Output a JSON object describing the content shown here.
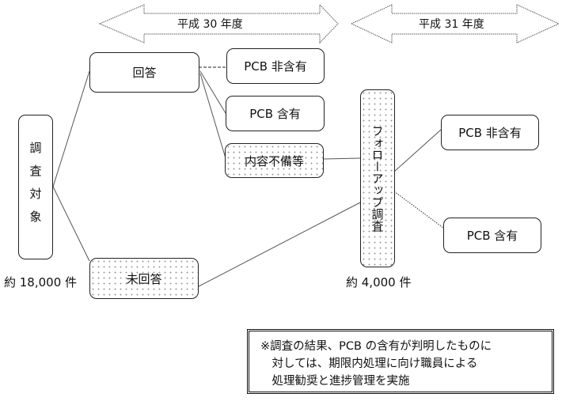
{
  "periods": [
    {
      "label": "平成 30 年度"
    },
    {
      "label": "平成 31 年度"
    }
  ],
  "nodes": {
    "survey_target": {
      "label": "調査対象",
      "count": "約 18,000 件"
    },
    "answered": {
      "label": "回答"
    },
    "unanswered": {
      "label": "未回答"
    },
    "pcb_free_2018": {
      "label": "PCB 非含有"
    },
    "pcb_contained_2018": {
      "label": "PCB 含有"
    },
    "incomplete": {
      "label": "内容不備等"
    },
    "followup": {
      "label": "フォローアップ調査",
      "count": "約 4,000 件"
    },
    "pcb_free_2019": {
      "label": "PCB 非含有"
    },
    "pcb_contained_2019": {
      "label": "PCB 含有"
    }
  },
  "note": {
    "lines": [
      "※調査の結果、PCB の含有が判明したものに",
      "　対しては、期限内処理に向け職員による",
      "　処理勧奨と進捗管理を実施"
    ]
  }
}
